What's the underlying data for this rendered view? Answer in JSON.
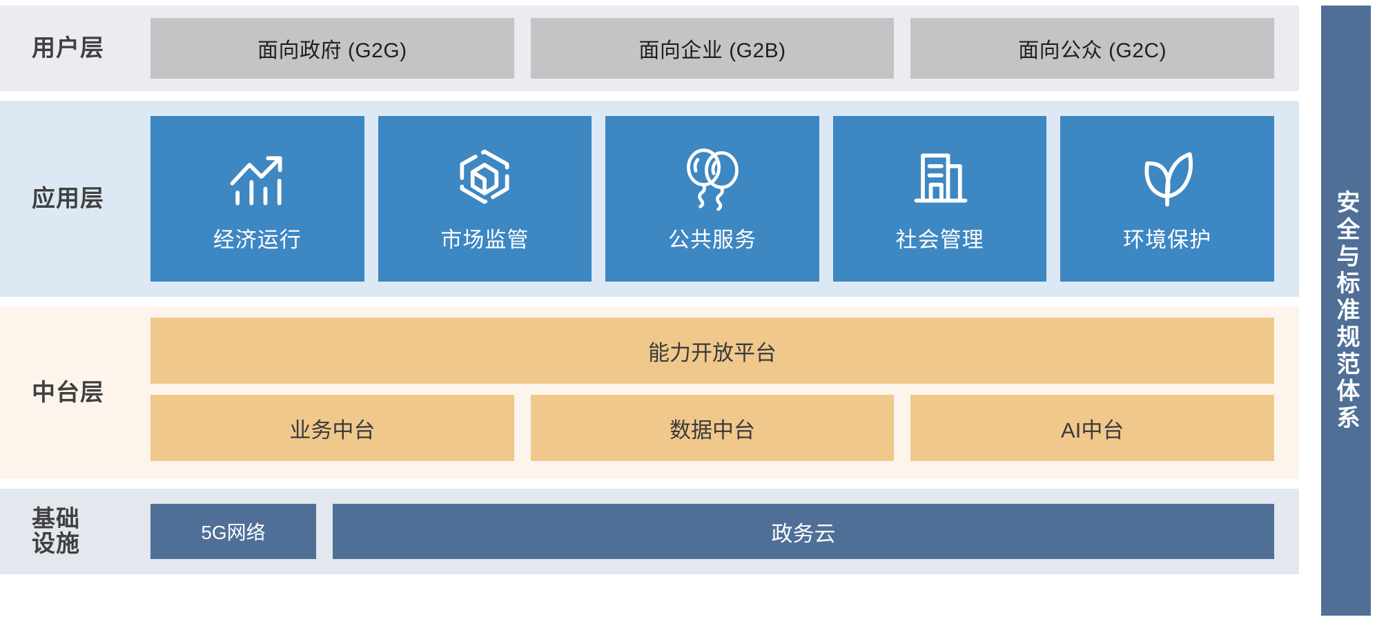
{
  "diagram": {
    "colors": {
      "user_layer_bg": "#eaecef",
      "user_box_bg": "#c3c4c5",
      "app_layer_bg": "#dce9f5",
      "app_card_bg": "#3d87c3",
      "mid_layer_bg": "#fdf5ec",
      "mid_box_bg": "#f0c88c",
      "infra_layer_bg": "#e3e8ee",
      "infra_box_bg": "#4f6f97",
      "security_bar_bg": "#4f6f97",
      "label_text": "#404040"
    }
  },
  "user_layer": {
    "label": "用户层",
    "boxes": [
      {
        "label": "面向政府 (G2G)"
      },
      {
        "label": "面向企业 (G2B)"
      },
      {
        "label": "面向公众 (G2C)"
      }
    ]
  },
  "application_layer": {
    "label": "应用层",
    "cards": [
      {
        "label": "经济运行",
        "icon": "growth-chart-icon"
      },
      {
        "label": "市场监管",
        "icon": "hexagon-cube-icon"
      },
      {
        "label": "公共服务",
        "icon": "balloons-icon"
      },
      {
        "label": "社会管理",
        "icon": "building-icon"
      },
      {
        "label": "环境保护",
        "icon": "leaves-icon"
      }
    ]
  },
  "middle_layer": {
    "label": "中台层",
    "platform": {
      "label": "能力开放平台"
    },
    "boxes": [
      {
        "label": "业务中台"
      },
      {
        "label": "数据中台"
      },
      {
        "label": "AI中台"
      }
    ]
  },
  "infrastructure_layer": {
    "label": "基础\n设施",
    "label_line1": "基础",
    "label_line2": "设施",
    "boxes": [
      {
        "label": "5G网络"
      },
      {
        "label": "政务云"
      }
    ]
  },
  "security_bar": {
    "label": "安全与标准规范体系"
  }
}
